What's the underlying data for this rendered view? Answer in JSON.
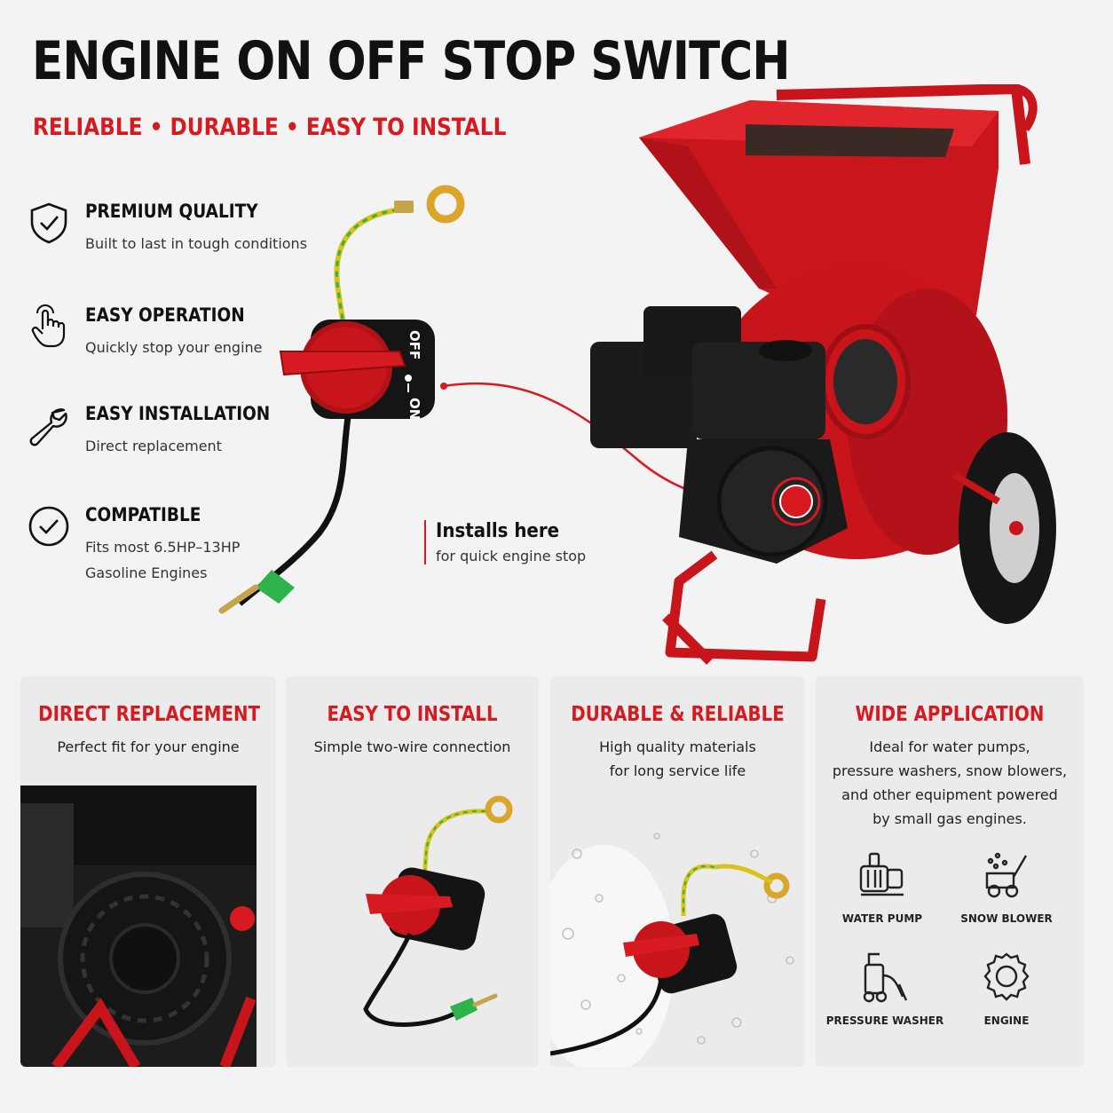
{
  "header": {
    "title": "ENGINE ON OFF STOP SWITCH",
    "subtitle": "RELIABLE • DURABLE • EASY TO INSTALL"
  },
  "features": [
    {
      "icon": "shield-check-icon",
      "title": "PREMIUM QUALITY",
      "desc": "Built to last in tough conditions"
    },
    {
      "icon": "hand-pointer-icon",
      "title": "EASY OPERATION",
      "desc": "Quickly stop your engine"
    },
    {
      "icon": "wrench-icon",
      "title": "EASY INSTALLATION",
      "desc": "Direct replacement"
    },
    {
      "icon": "check-circle-icon",
      "title": "COMPATIBLE",
      "desc_line1": "Fits most 6.5HP–13HP",
      "desc_line2": "Gasoline Engines"
    }
  ],
  "switch_labels": {
    "off": "OFF",
    "on": "ON"
  },
  "install": {
    "title": "Installs here",
    "desc": "for quick engine stop"
  },
  "panels": [
    {
      "title": "DIRECT REPLACEMENT",
      "desc": "Perfect fit for your engine"
    },
    {
      "title": "EASY TO INSTALL",
      "desc": "Simple two-wire connection"
    },
    {
      "title": "DURABLE & RELIABLE",
      "desc_line1": "High quality materials",
      "desc_line2": "for long service life"
    },
    {
      "title": "WIDE APPLICATION",
      "desc_line1": "Ideal for water pumps,",
      "desc_line2": "pressure washers, snow blowers,",
      "desc_line3": "and other equipment powered",
      "desc_line4": "by small gas engines."
    }
  ],
  "applications": [
    {
      "icon": "water-pump-icon",
      "label": "WATER PUMP"
    },
    {
      "icon": "snow-blower-icon",
      "label": "SNOW BLOWER"
    },
    {
      "icon": "pressure-washer-icon",
      "label": "PRESSURE WASHER"
    },
    {
      "icon": "engine-gear-icon",
      "label": "ENGINE"
    }
  ],
  "colors": {
    "accent": "#d71920",
    "switch_red": "#c8141b",
    "dark": "#111111",
    "wire_green": "#2db34a",
    "wire_yellow": "#d9c21a"
  }
}
